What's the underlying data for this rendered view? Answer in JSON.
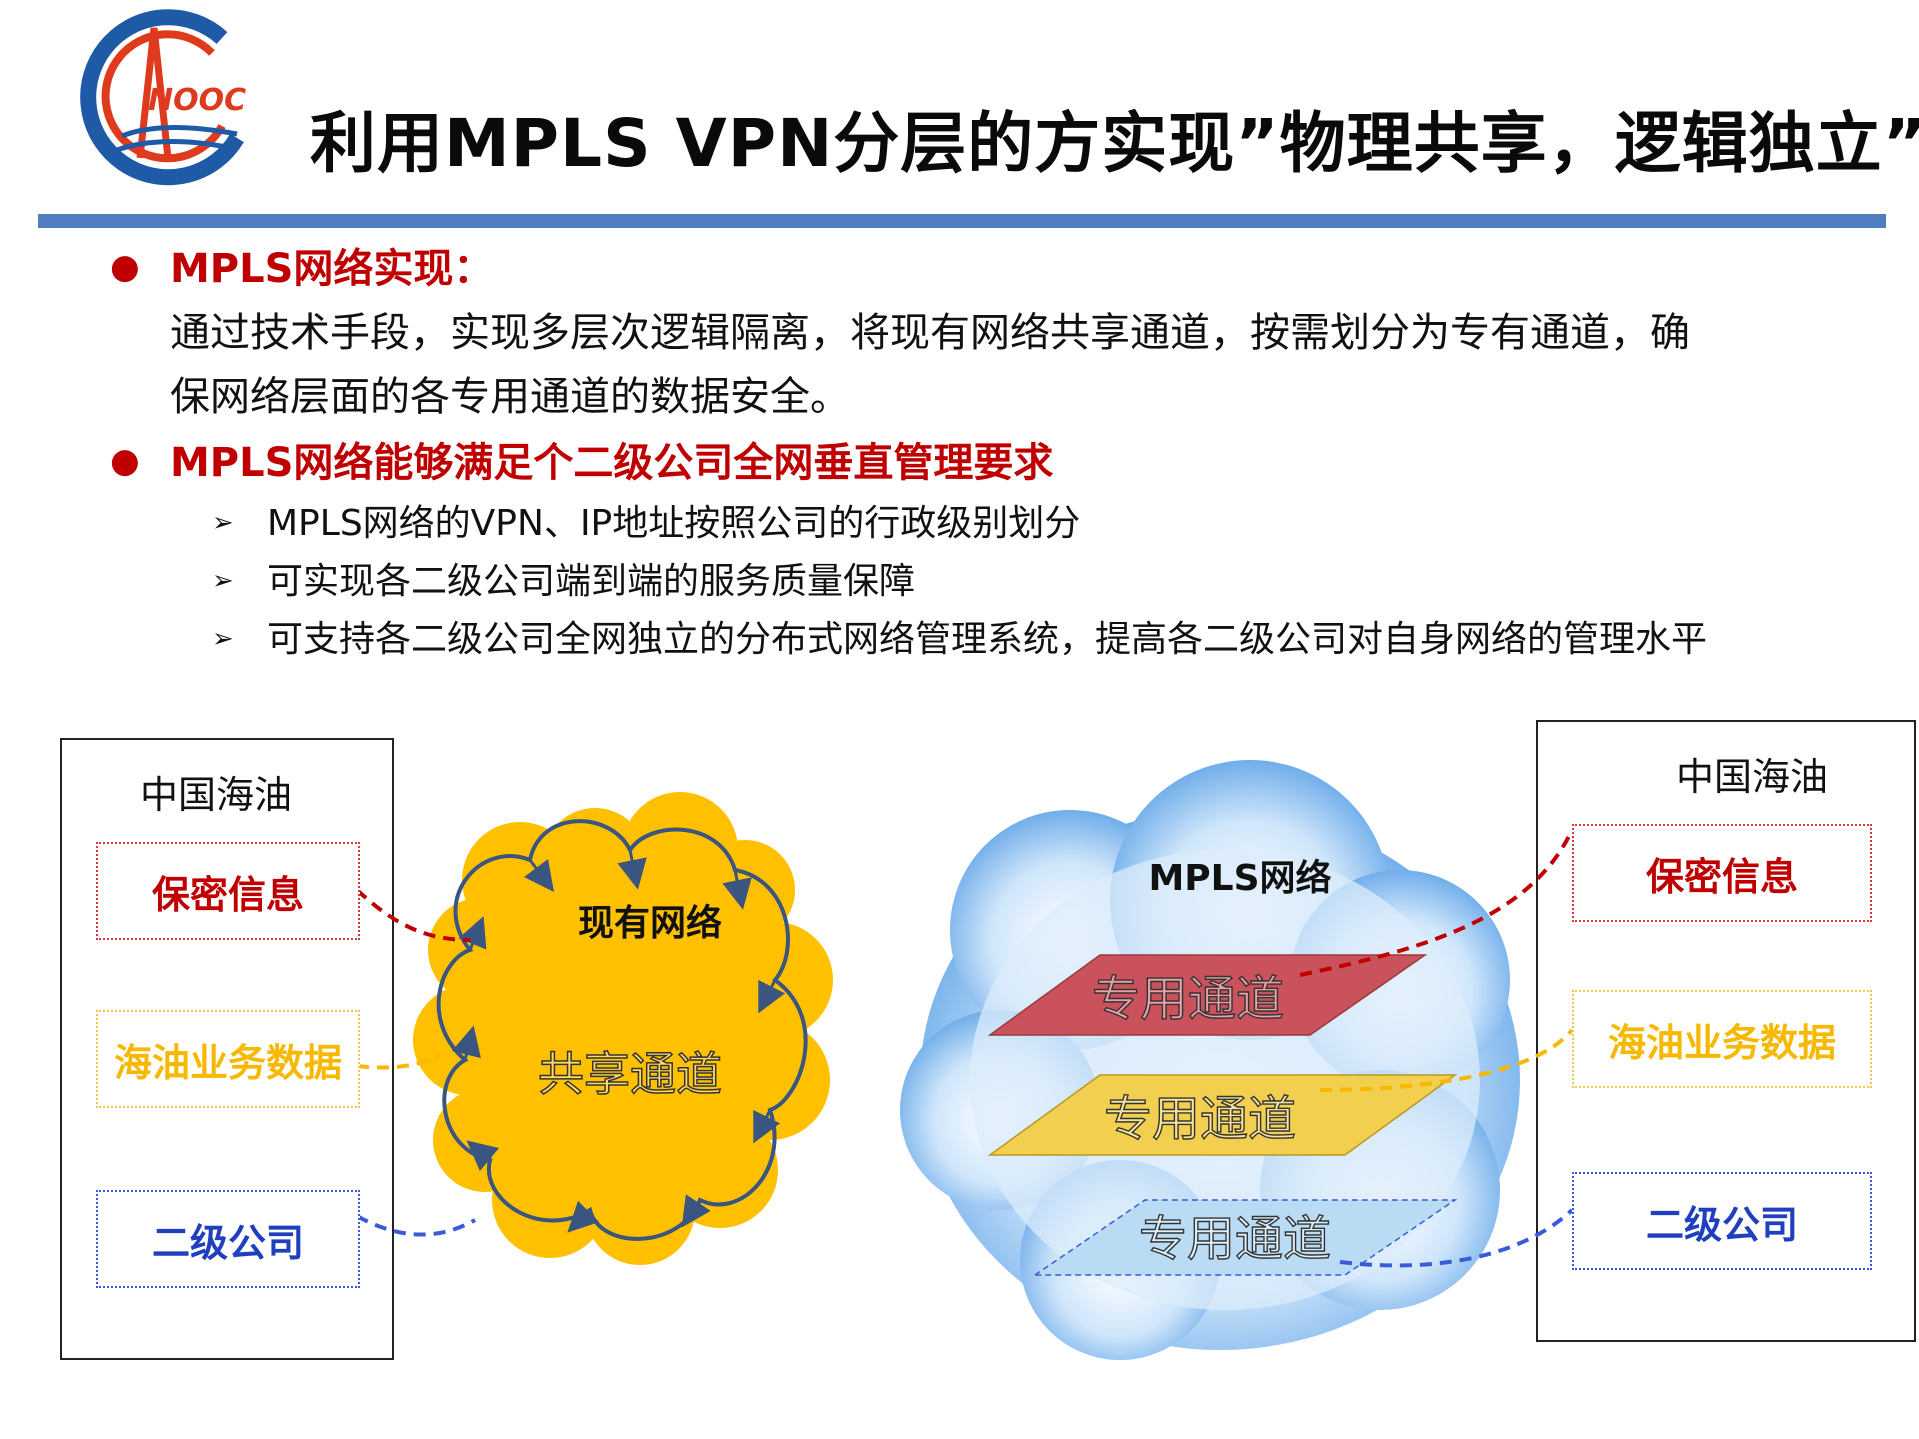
{
  "header": {
    "logo_text": "NOOC",
    "title": "利用MPLS  VPN分层的方实现”物理共享，逻辑独立”"
  },
  "content": {
    "bullet1": {
      "heading": "MPLS网络实现：",
      "lines": [
        "通过技术手段，实现多层次逻辑隔离，将现有网络共享通道，按需划分为专有通道，确",
        "保网络层面的各专用通道的数据安全。"
      ]
    },
    "bullet2": {
      "heading": "MPLS网络能够满足个二级公司全网垂直管理要求",
      "subs": [
        "MPLS网络的VPN、IP地址按照公司的行政级别划分",
        "可实现各二级公司端到端的服务质量保障",
        "可支持各二级公司全网独立的分布式网络管理系统，提高各二级公司对自身网络的管理水平"
      ]
    }
  },
  "diagram": {
    "left_frame": {
      "label": "中国海油",
      "tags": [
        "保密信息",
        "海油业务数据",
        "二级公司"
      ]
    },
    "right_frame": {
      "label": "中国海油",
      "tags": [
        "保密信息",
        "海油业务数据",
        "二级公司"
      ]
    },
    "existing_cloud": {
      "label": "现有网络",
      "channel": "共享通道",
      "fill": "#ffc000"
    },
    "mpls_cloud": {
      "label": "MPLS网络",
      "channels": [
        "专用通道",
        "专用通道",
        "专用通道"
      ],
      "channel_colors": [
        "#c9525c",
        "#f2cf4e",
        "#b9dcf4"
      ]
    },
    "colors": {
      "red": "#c00000",
      "yellow": "#f6b800",
      "blue": "#1f3fbf",
      "rule": "#4f7fbe"
    }
  }
}
